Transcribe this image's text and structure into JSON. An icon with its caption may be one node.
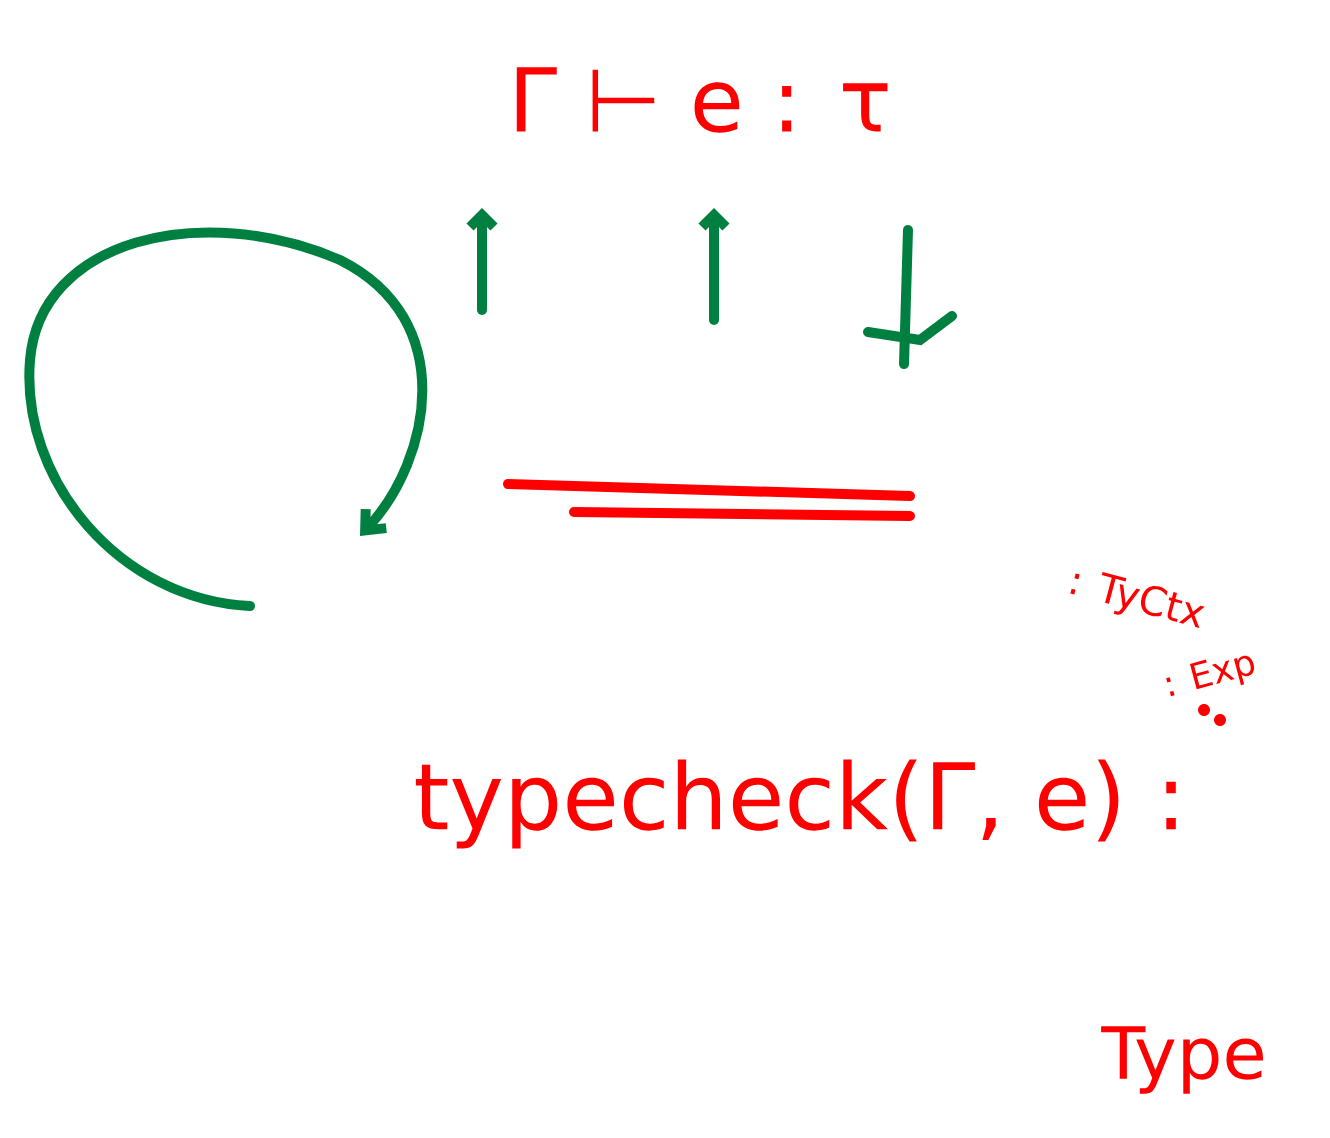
{
  "diagram": {
    "labels": [
      "Γ ⊢ e : τ",
      ": TyCtx",
      ": Exp",
      "typecheck(Γ, e) :",
      "Type"
    ]
  }
}
